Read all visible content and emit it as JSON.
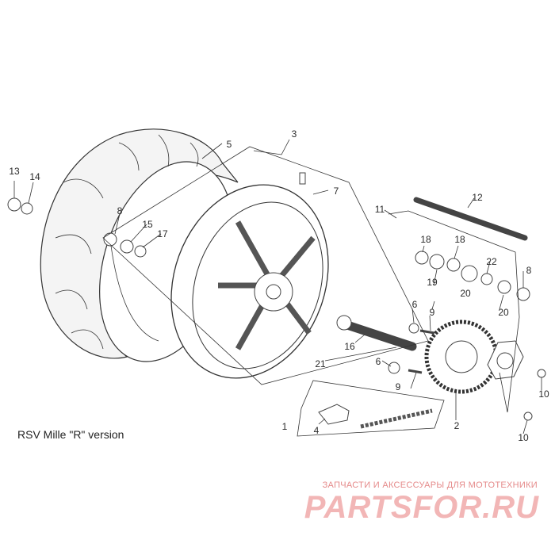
{
  "caption": "RSV Mille \"R\" version",
  "watermark": {
    "subtitle": "ЗАПЧАСТИ И АКСЕССУАРЫ ДЛЯ МОТОТЕХНИКИ",
    "logo": "PARTSFOR.RU"
  },
  "callouts": [
    {
      "id": "c1",
      "label": "1"
    },
    {
      "id": "c2",
      "label": "2"
    },
    {
      "id": "c3",
      "label": "3"
    },
    {
      "id": "c4",
      "label": "4"
    },
    {
      "id": "c5",
      "label": "5"
    },
    {
      "id": "c6a",
      "label": "6"
    },
    {
      "id": "c6b",
      "label": "6"
    },
    {
      "id": "c7",
      "label": "7"
    },
    {
      "id": "c8a",
      "label": "8"
    },
    {
      "id": "c8b",
      "label": "8"
    },
    {
      "id": "c9a",
      "label": "9"
    },
    {
      "id": "c9b",
      "label": "9"
    },
    {
      "id": "c10a",
      "label": "10"
    },
    {
      "id": "c10b",
      "label": "10"
    },
    {
      "id": "c11",
      "label": "11"
    },
    {
      "id": "c12",
      "label": "12"
    },
    {
      "id": "c13",
      "label": "13"
    },
    {
      "id": "c14",
      "label": "14"
    },
    {
      "id": "c15",
      "label": "15"
    },
    {
      "id": "c16",
      "label": "16"
    },
    {
      "id": "c17",
      "label": "17"
    },
    {
      "id": "c18a",
      "label": "18"
    },
    {
      "id": "c18b",
      "label": "18"
    },
    {
      "id": "c19",
      "label": "19"
    },
    {
      "id": "c20a",
      "label": "20"
    },
    {
      "id": "c20b",
      "label": "20"
    },
    {
      "id": "c21",
      "label": "21"
    },
    {
      "id": "c22",
      "label": "22"
    }
  ]
}
